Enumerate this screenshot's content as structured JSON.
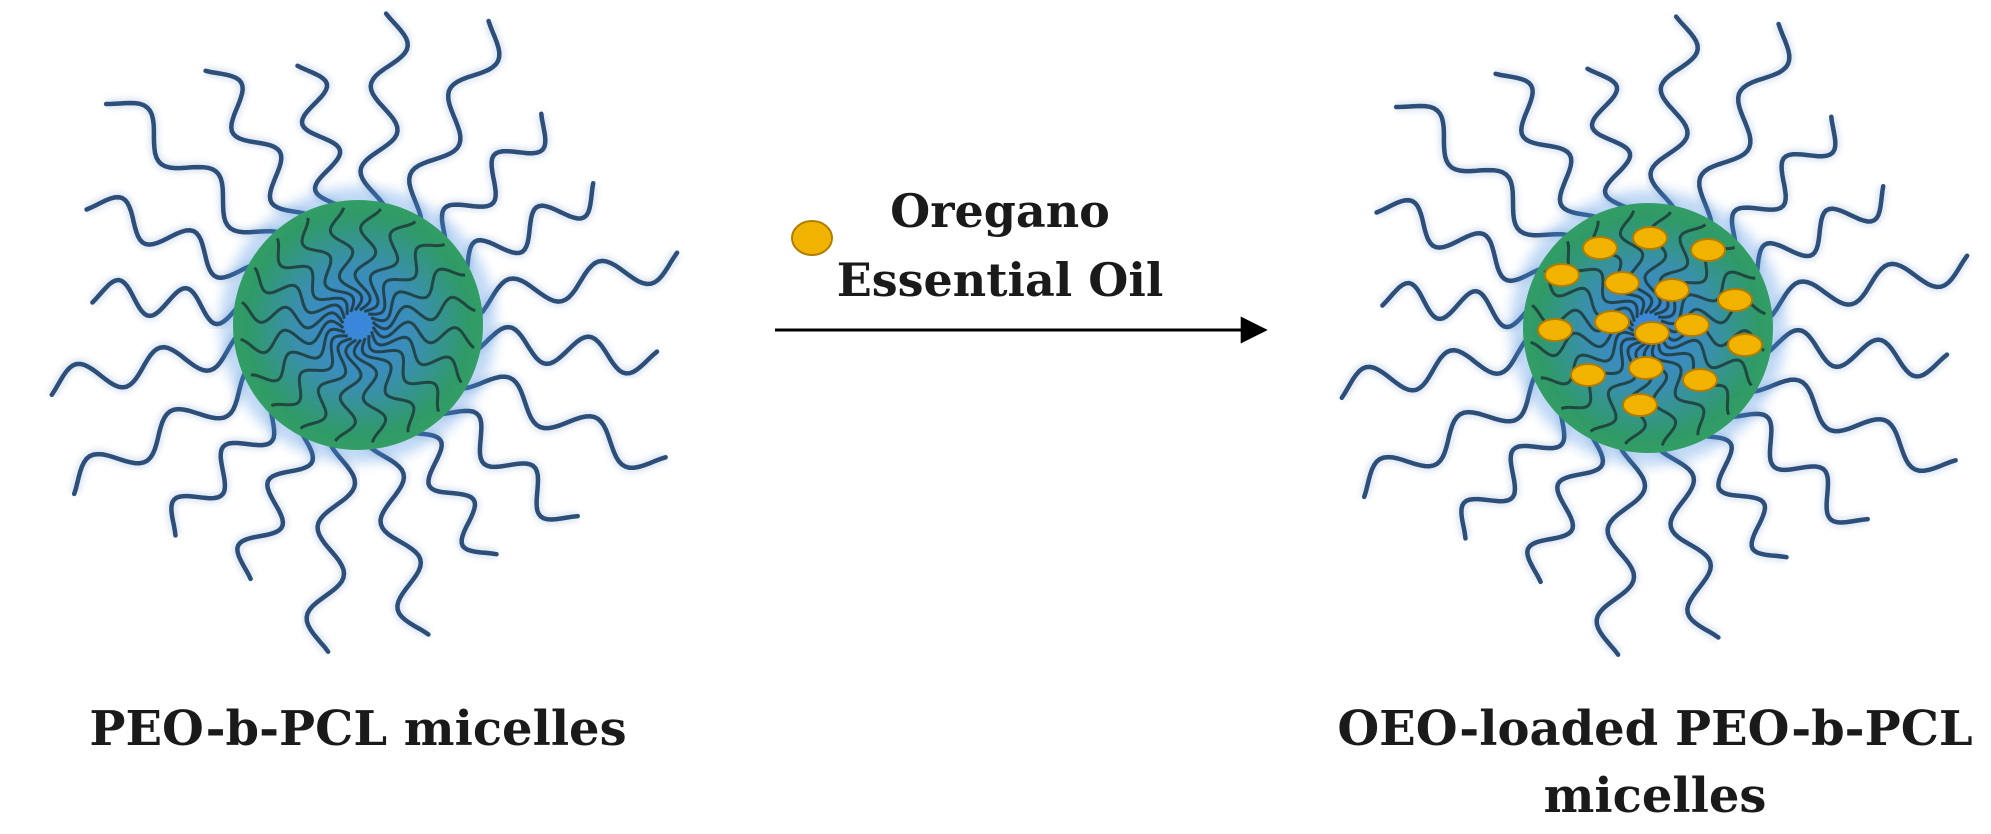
{
  "left_micelle": {
    "label": "PEO-b-PCL micelles"
  },
  "right_micelle": {
    "label_line1": "OEO-loaded PEO-b-PCL",
    "label_line2": "micelles"
  },
  "arrow": {
    "label_line1": "Oregano",
    "label_line2": "Essential Oil"
  },
  "colors": {
    "chain": "#2c4e78",
    "core_green": "#2f8f6a",
    "core_blue": "#3a7fd0",
    "oil_fill": "#f2b300",
    "oil_stroke": "#b07d00",
    "arrow": "#000000"
  },
  "icons": {
    "oil_droplet": "oil-droplet-icon",
    "arrow": "arrow-right-icon"
  },
  "oil_droplets_in_core": 16
}
